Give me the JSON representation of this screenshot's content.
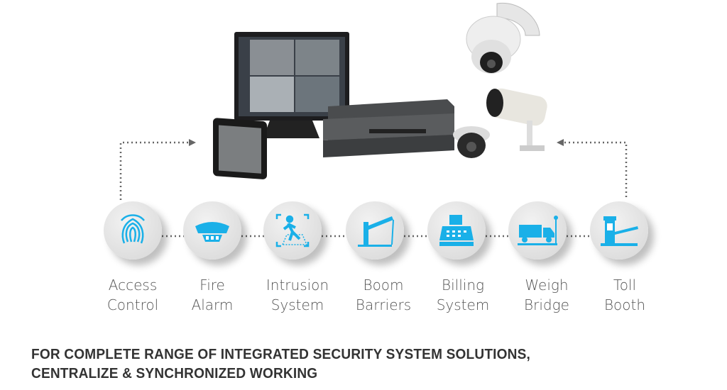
{
  "colors": {
    "accent": "#1ab0e8",
    "text": "#555555",
    "heading": "#333333"
  },
  "systems": [
    {
      "icon": "fingerprint-icon",
      "line1": "Access",
      "line2": "Control"
    },
    {
      "icon": "smoke-detector-icon",
      "line1": "Fire",
      "line2": "Alarm"
    },
    {
      "icon": "intruder-icon",
      "line1": "Intrusion",
      "line2": "System"
    },
    {
      "icon": "boom-barrier-icon",
      "line1": "Boom",
      "line2": "Barriers"
    },
    {
      "icon": "cash-register-icon",
      "line1": "Billing",
      "line2": "System"
    },
    {
      "icon": "truck-scale-icon",
      "line1": "Weigh",
      "line2": "Bridge"
    },
    {
      "icon": "toll-booth-icon",
      "line1": "Toll",
      "line2": "Booth"
    }
  ],
  "heading": {
    "line1": "FOR COMPLETE RANGE OF INTEGRATED SECURITY SYSTEM SOLUTIONS,",
    "line2": "CENTRALIZE & SYNCHRONIZED WORKING"
  }
}
